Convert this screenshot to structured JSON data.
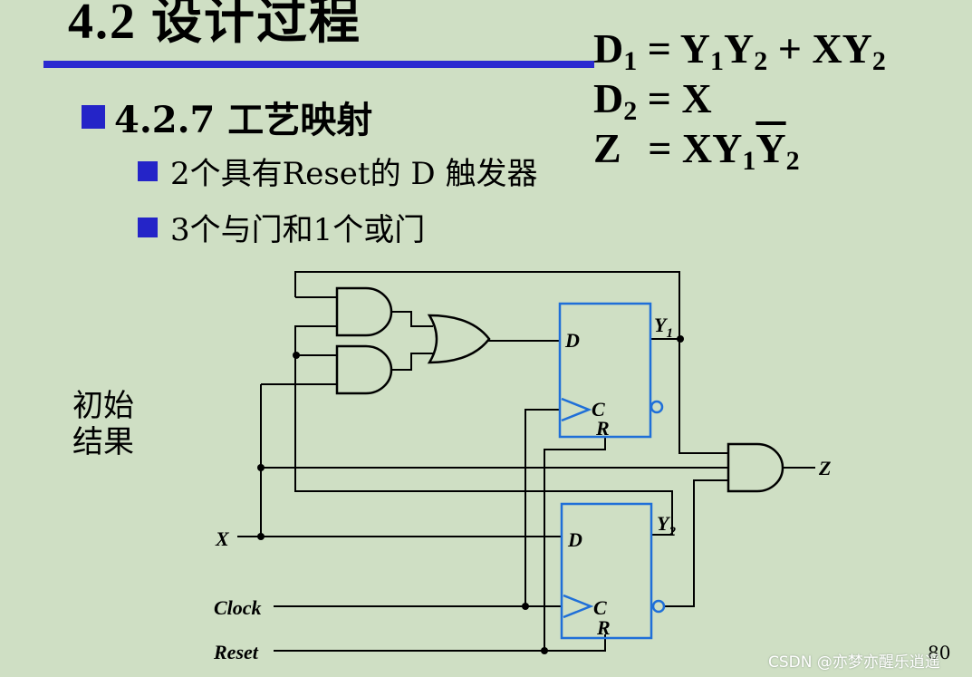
{
  "slide": {
    "title": "4.2 设计过程",
    "heading": "4.2.7 工艺映射",
    "bullets": [
      "2个具有Reset的 D 触发器",
      "3个与门和1个或门"
    ],
    "side_label_line1": "初始",
    "side_label_line2": "结果",
    "page_number": "80",
    "watermark": "CSDN @亦梦亦醒乐逍遥"
  },
  "equations": {
    "d1": {
      "lhs": "D",
      "lhs_sub": "1",
      "eq": " = ",
      "t1": "Y",
      "t1_sub": "1",
      "t2": "Y",
      "t2_sub": "2",
      "plus": " + ",
      "t3": "XY",
      "t3_sub": "2"
    },
    "d2": {
      "lhs": "D",
      "lhs_sub": "2",
      "eq": " = ",
      "rhs": "X"
    },
    "z": {
      "lhs": "Z",
      "eq": " = ",
      "t1": "XY",
      "t1_sub": "1",
      "t2": "Y",
      "t2_sub": "2"
    }
  },
  "circuit": {
    "inputs": {
      "x": "X",
      "clock": "Clock",
      "reset": "Reset"
    },
    "output": "Z",
    "ff1": {
      "d": "D",
      "c": "C",
      "r": "R",
      "q": "Y",
      "q_sub": "1"
    },
    "ff2": {
      "d": "D",
      "c": "C",
      "r": "R",
      "q": "Y",
      "q_sub": "2"
    },
    "colors": {
      "flipflop": "#1f6fd8",
      "wire": "#000000",
      "bullet": "#2424c8",
      "rule": "#2a2ad0",
      "background": "#cfdfc4"
    }
  }
}
